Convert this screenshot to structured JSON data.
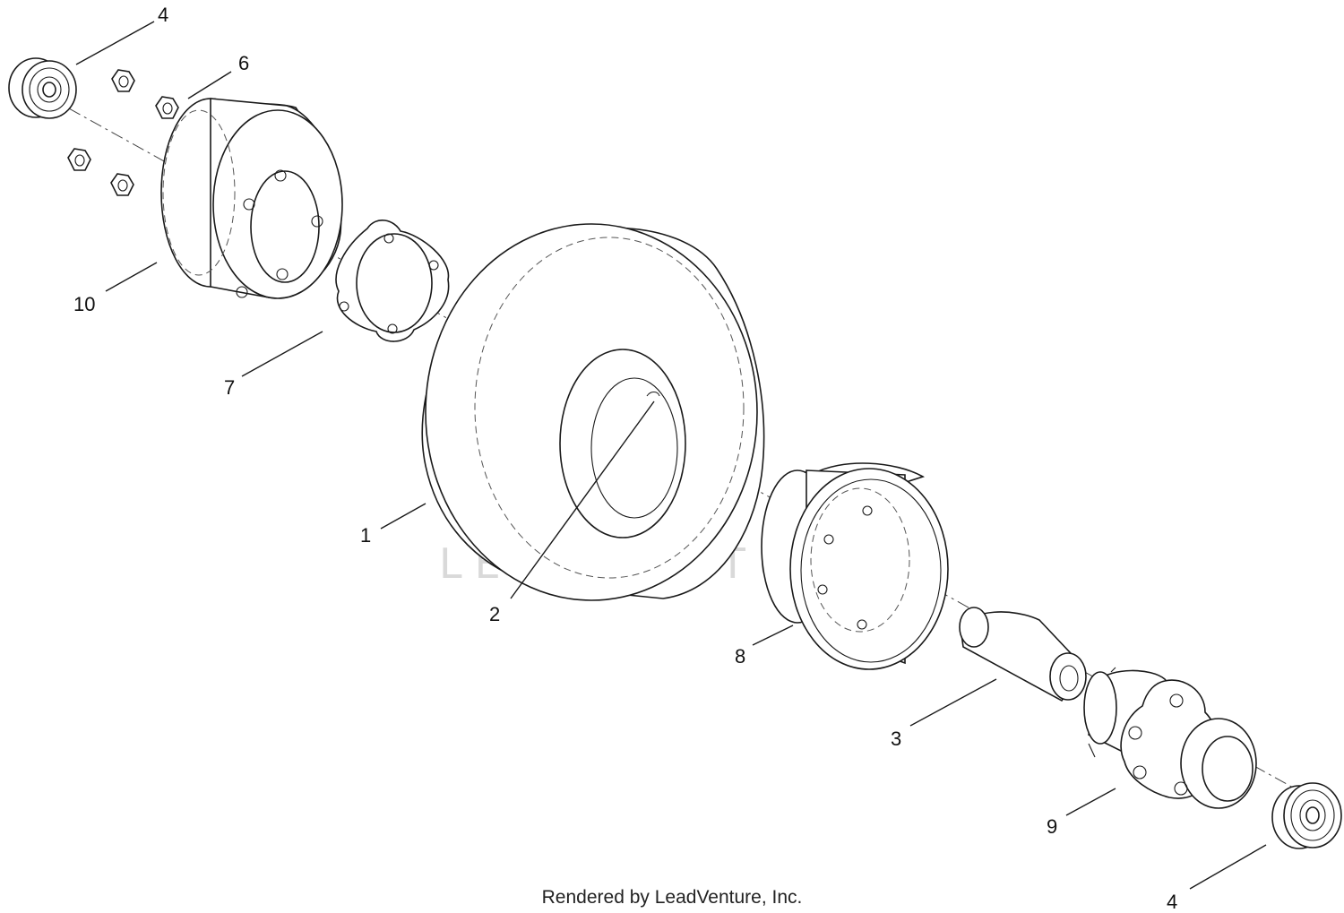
{
  "footer": "Rendered by LeadVenture, Inc.",
  "watermark": "LEADVENTURE",
  "callouts": {
    "bearing_top": "4",
    "bearing_bottom": "4",
    "nut": "6",
    "rim_outer": "10",
    "spacer_plate": "7",
    "tire": "1",
    "valve_stem": "2",
    "rim_inner": "8",
    "spacer_tube": "3",
    "hub": "9"
  }
}
